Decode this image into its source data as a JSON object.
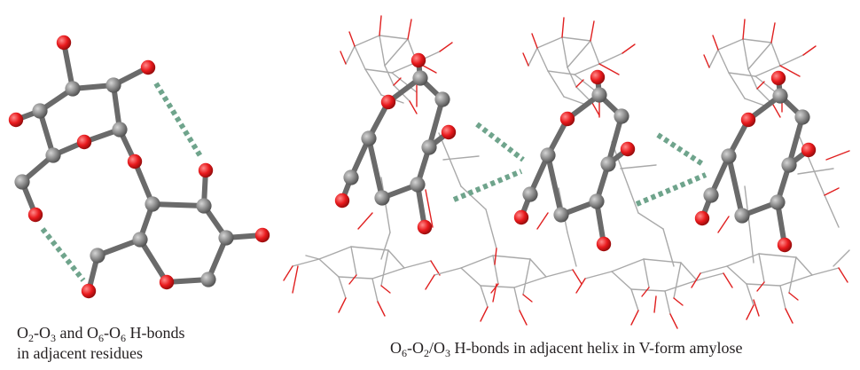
{
  "captions": {
    "left": {
      "line1": [
        {
          "t": "O"
        },
        {
          "sub": "2"
        },
        {
          "t": "-O"
        },
        {
          "sub": "3"
        },
        {
          "t": " and O"
        },
        {
          "sub": "6"
        },
        {
          "t": "-O"
        },
        {
          "sub": "6"
        },
        {
          "t": " H-bonds"
        }
      ],
      "line2": "in adjacent residues"
    },
    "right": {
      "line1": [
        {
          "t": "O"
        },
        {
          "sub": "6"
        },
        {
          "t": "-O"
        },
        {
          "sub": "2"
        },
        {
          "t": "/O"
        },
        {
          "sub": "3"
        },
        {
          "t": " H-bonds in adjacent helix in V-form amylose"
        }
      ]
    }
  },
  "colors": {
    "carbon": "#7a7a7a",
    "oxygen": "#e8191c",
    "bond": "#6a6a6a",
    "hbond": "#6fa48c",
    "wire_carbon": "#a9a9a9",
    "wire_oxygen": "#e02020",
    "text": "#231f20"
  }
}
